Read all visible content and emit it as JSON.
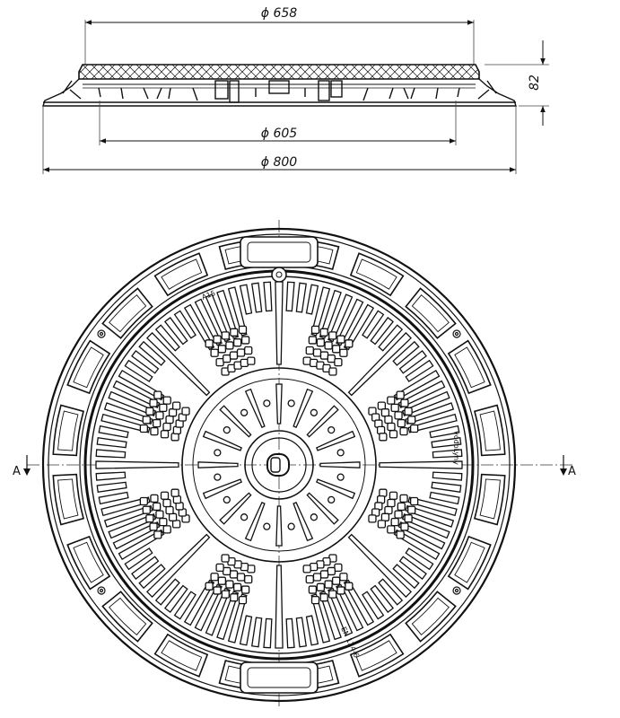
{
  "dimensions": {
    "d_top": "ϕ 658",
    "d_mid": "ϕ 605",
    "d_bottom": "ϕ 800",
    "height": "82"
  },
  "section_markers": {
    "left": "A",
    "right": "A"
  },
  "cover_markings": {
    "load_class": "A15",
    "standard": "EN 124-6",
    "brand": "vodoLyny"
  },
  "colors": {
    "line": "#111111",
    "thin": "#444444",
    "background": "#ffffff"
  }
}
